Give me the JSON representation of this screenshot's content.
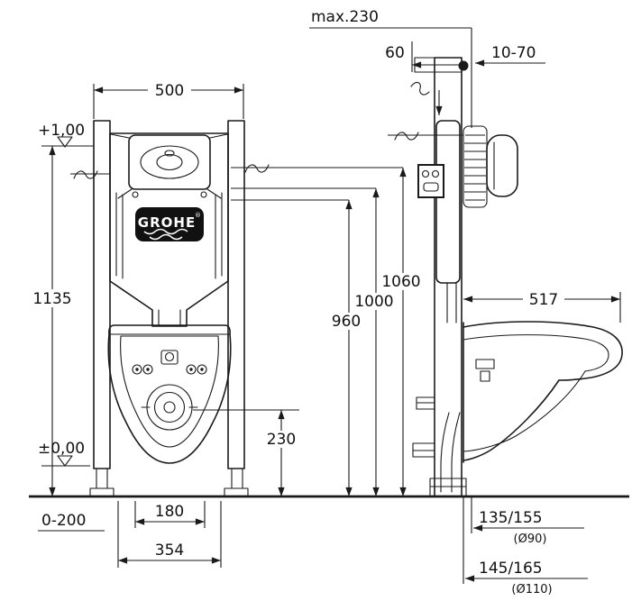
{
  "drawing": {
    "brand": {
      "logo_text": "GROHE",
      "registered": "®"
    },
    "dimensions": {
      "front": {
        "width": "500",
        "total_height": "1135",
        "level_top": "+1,00",
        "level_floor": "±0,00",
        "foot_adjust": "0-200",
        "bolt_spacing": "180",
        "outer_spacing": "354",
        "outlet_height": "230",
        "h960": "960",
        "h1000": "1000",
        "h1060": "1060"
      },
      "side": {
        "max_depth": "max.230",
        "top_offset": "60",
        "plate_range": "10-70",
        "bowl_depth": "517",
        "outlet_a": "135/155",
        "outlet_a_dia": "(Ø90)",
        "outlet_b": "145/165",
        "outlet_b_dia": "(Ø110)"
      }
    },
    "colors": {
      "line": "#1a1a1a",
      "background": "#ffffff",
      "logo_bg": "#111111",
      "logo_fg": "#ffffff"
    }
  }
}
